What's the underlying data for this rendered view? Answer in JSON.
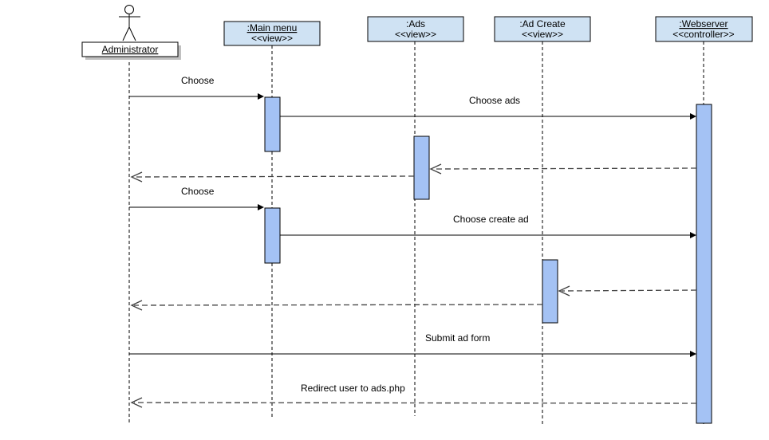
{
  "actor": {
    "name": "Administrator"
  },
  "participants": [
    {
      "name": ":Main menu",
      "stereotype": "<<view>>",
      "underline": true
    },
    {
      "name": ":Ads",
      "stereotype": "<<view>>",
      "underline": false
    },
    {
      "name": ":Ad Create",
      "stereotype": "<<view>>",
      "underline": false
    },
    {
      "name": ":Webserver",
      "stereotype": "<<controller>>",
      "underline": true
    }
  ],
  "messages": [
    {
      "from": "Administrator",
      "to": ":Main menu",
      "label": "Choose",
      "type": "sync"
    },
    {
      "from": ":Main menu",
      "to": ":Webserver",
      "label": "Choose ads",
      "type": "sync"
    },
    {
      "from": ":Webserver",
      "to": ":Ads",
      "label": "",
      "type": "reply"
    },
    {
      "from": ":Ads",
      "to": "Administrator",
      "label": "",
      "type": "reply"
    },
    {
      "from": "Administrator",
      "to": ":Main menu",
      "label": "Choose",
      "type": "sync"
    },
    {
      "from": ":Main menu",
      "to": ":Webserver",
      "label": "Choose create ad",
      "type": "sync"
    },
    {
      "from": ":Webserver",
      "to": ":Ad Create",
      "label": "",
      "type": "reply"
    },
    {
      "from": ":Ad Create",
      "to": "Administrator",
      "label": "",
      "type": "reply"
    },
    {
      "from": "Administrator",
      "to": ":Webserver",
      "label": "Submit ad form",
      "type": "sync"
    },
    {
      "from": ":Webserver",
      "to": "Administrator",
      "label": "Redirect user to ads.php",
      "type": "reply"
    }
  ],
  "colors": {
    "header_fill": "#cfe2f3",
    "activation_fill": "#a4c2f4",
    "line": "#000000",
    "reply_line": "#404040"
  }
}
